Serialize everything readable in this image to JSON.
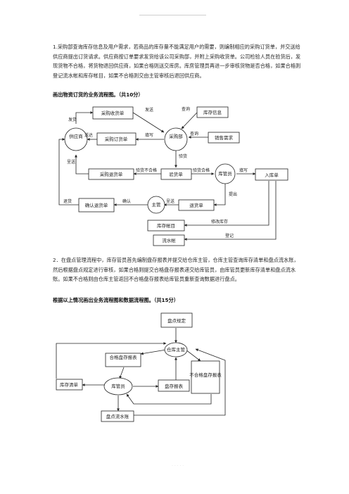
{
  "q1": {
    "text": "1.采购部查询库存信息及用户需求，若商品的库存量不能满足用户的需要，则编制相应的采购订货单，并交送给供应商提出订货请求。供应商按订单要求发货给该公司采购部，并附上采购收货单。公司检验人员在验货后，发现货物不合格，将货物退回供应商，如果合格则送交库房。库房管理员再进一步审核货物是否合格，如果合格则登记流水帐和库存帐目，如果不合格则交由主管审核后退回供应商。",
    "heading": "画出物资订货的业务流程图。（共10分）"
  },
  "d1": {
    "supplier": "供应商",
    "purchase_dept": "采购部",
    "warehouse_keeper": "库管员",
    "supervisor": "主管",
    "receipt_slip": "采购收货单",
    "order_slip": "采购订货单",
    "inventory_info": "库存信息",
    "sales_demand": "销售需求",
    "return_slip": "采购退货单",
    "inspection_slip": "验货单",
    "inbound_slip": "入库单",
    "confirm_return": "确认退货单",
    "return_slip2": "退货单",
    "stock_ledger": "库存帐目",
    "journal": "流水帐",
    "l_ship": "发货",
    "l_send": "发送",
    "l_query": "查询",
    "l_query2": "查询",
    "l_deliver": "送达",
    "l_fill": "填写",
    "l_inspect": "验货",
    "l_submit": "呈送",
    "l_fail": "验货不合格",
    "l_pass": "验货合格",
    "l_fill2": "填写",
    "l_reject": "提出",
    "l_return": "退货",
    "l_confirm": "确认",
    "l_deliver2": "呈送",
    "l_modify": "修改库存",
    "l_register": "登记"
  },
  "q2": {
    "text": "2．在盘点管理流程中，库存管员首先编制盘存报表并提交给仓库主管，仓库主管查询库存清单和盘点流水账，然后根据盘点规定进行审核，如果合格则提交合格盘存报表递交给库管员，由库管员更新库存清单和盘点流水账。如果不合格则由仓库主管返回不合格盘存报表给库管员重新查询数据进行盘点。",
    "heading": "根据以上情况画出业务流程图和数据流程图。（共15分）"
  },
  "d2": {
    "rules": "盘点规定",
    "manager": "仓库主管",
    "qualified_report": "合格盘存报表",
    "stock_list": "库存清单",
    "keeper": "库管员",
    "inventory_report": "盘存报表",
    "unqualified_report": "不合格盘存报表",
    "journal": "盘点流水账"
  },
  "footer": "· · · · ·"
}
